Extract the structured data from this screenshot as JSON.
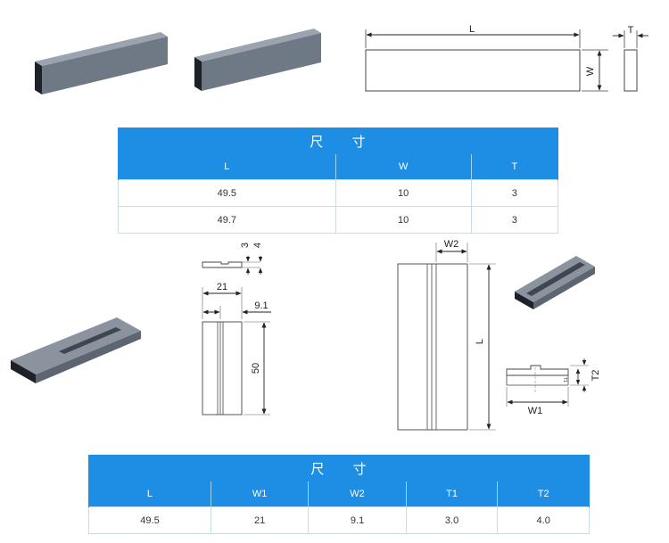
{
  "top_drawing": {
    "length_label": "L",
    "width_label": "W",
    "thickness_label": "T"
  },
  "table1": {
    "title": "尺 寸",
    "headers": [
      "L",
      "W",
      "T"
    ],
    "rows": [
      [
        "49.5",
        "10",
        "3"
      ],
      [
        "49.7",
        "10",
        "3"
      ]
    ]
  },
  "left_drawing": {
    "dim_3": "3",
    "dim_4": "4",
    "dim_21": "21",
    "dim_9_1": "9.1",
    "dim_50": "50"
  },
  "right_drawing": {
    "w2_label": "W2",
    "l_label": "L",
    "t1_label": "T1",
    "t2_label": "T2",
    "w1_label": "W1"
  },
  "table2": {
    "title": "尺 寸",
    "headers": [
      "L",
      "W1",
      "W2",
      "T1",
      "T2"
    ],
    "rows": [
      [
        "49.5",
        "21",
        "9.1",
        "3.0",
        "4.0"
      ]
    ]
  },
  "colors": {
    "table_header": "#1d8ee3",
    "bar_face": "#6f7986",
    "bar_side": "#1e2228",
    "line": "#222222"
  }
}
